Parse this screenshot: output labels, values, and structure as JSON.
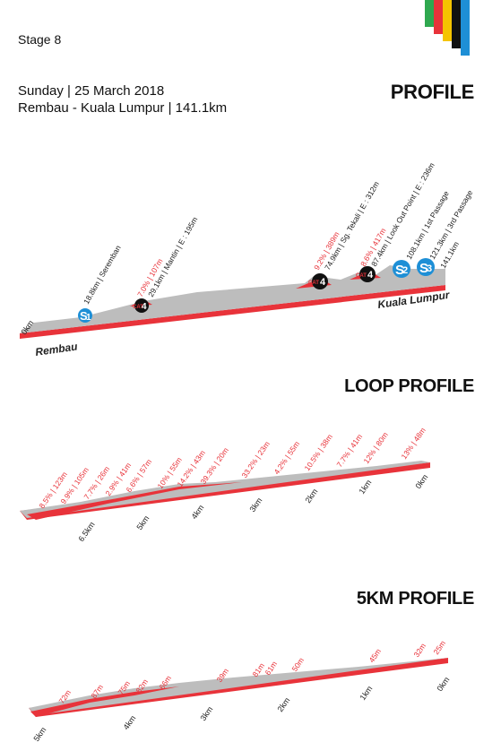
{
  "header": {
    "stage": "Stage 8",
    "date": "Sunday | 25 March 2018",
    "route": "Rembau - Kuala Lumpur | 141.1km"
  },
  "brand_colors": [
    "#2fa84f",
    "#e8333a",
    "#f5c400",
    "#111111",
    "#1e8fd6"
  ],
  "profile": {
    "title": "PROFILE",
    "start_place": "Rembau",
    "end_place": "Kuala Lumpur",
    "start_km": "0km",
    "points": [
      {
        "label": "18.8km | Seremban",
        "badge": "S",
        "badge_num": "1",
        "badge_color": "#1e8fd6"
      },
      {
        "label": "29.1km | Mantin | E : 195m",
        "climb": "7.0% | 107m",
        "badge": "CAT",
        "badge_num": "4",
        "badge_color": "#111111"
      },
      {
        "label": "74.9km | Sg. Tekali | E : 312m",
        "climb": "9.2% | 389m",
        "badge": "CAT",
        "badge_num": "4",
        "badge_color": "#111111"
      },
      {
        "label": "87.4km | Look Out Point | E : 236m",
        "climb": "8.6% | 417m",
        "badge": "CAT",
        "badge_num": "4",
        "badge_color": "#111111"
      },
      {
        "label": "108.1km | 1st Passage",
        "badge": "S",
        "badge_num": "2",
        "badge_color": "#1e8fd6"
      },
      {
        "label": "121.3km | 3rd Passage",
        "badge": "S",
        "badge_num": "3",
        "badge_color": "#1e8fd6"
      },
      {
        "label": "141.1km"
      }
    ]
  },
  "loop_profile": {
    "title": "LOOP PROFILE",
    "km_labels": [
      "6.5km",
      "5km",
      "4km",
      "3km",
      "2km",
      "1km",
      "0km"
    ],
    "segments": [
      "8.5% | 123m",
      "9.9% | 105m",
      "7.7% | 26m",
      "2.9% | 41m",
      "6.6% | 57m",
      "10% | 55m",
      "14.2% | 43m",
      "39.3% | 20m",
      "33.2% | 23m",
      "4.2% | 55m",
      "10.5% | 38m",
      "7.7% | 41m",
      "12% | 80m",
      "13% | 48m"
    ]
  },
  "five_km_profile": {
    "title": "5KM PROFILE",
    "km_labels": [
      "5km",
      "4km",
      "3km",
      "2km",
      "1km",
      "0km"
    ],
    "segments": [
      "72m",
      "87m",
      "75m",
      "82m",
      "66m",
      "39m",
      "81m",
      "61m",
      "50m",
      "45m",
      "32m",
      "25m"
    ]
  }
}
